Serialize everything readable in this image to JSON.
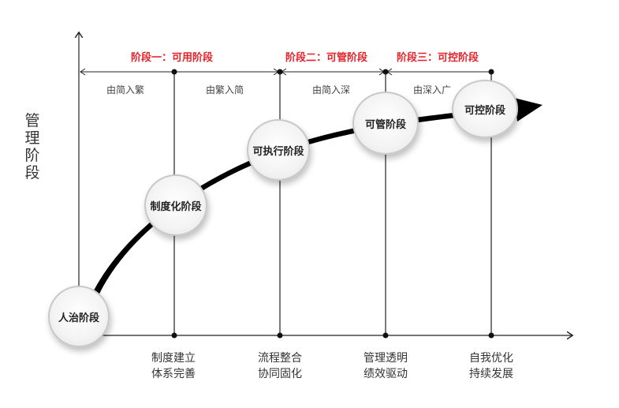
{
  "y_axis_label": "管理阶段",
  "phases": [
    {
      "label": "阶段一：可用阶段"
    },
    {
      "label": "阶段二：可管阶段"
    },
    {
      "label": "阶段三：可控阶段"
    }
  ],
  "sub_labels": [
    "由简入繁",
    "由繁入简",
    "由简入深",
    "由深入广"
  ],
  "stages": [
    "人治阶段",
    "制度化阶段",
    "可执行阶段",
    "可管阶段",
    "可控阶段"
  ],
  "bottom_labels": [
    {
      "line1": "制度建立",
      "line2": "体系完善"
    },
    {
      "line1": "流程整合",
      "line2": "协同固化"
    },
    {
      "line1": "管理透明",
      "line2": "绩效驱动"
    },
    {
      "line1": "自我优化",
      "line2": "持续发展"
    }
  ],
  "colors": {
    "phase_text": "#e3242b",
    "axis": "#222222",
    "curve": "#000000"
  }
}
